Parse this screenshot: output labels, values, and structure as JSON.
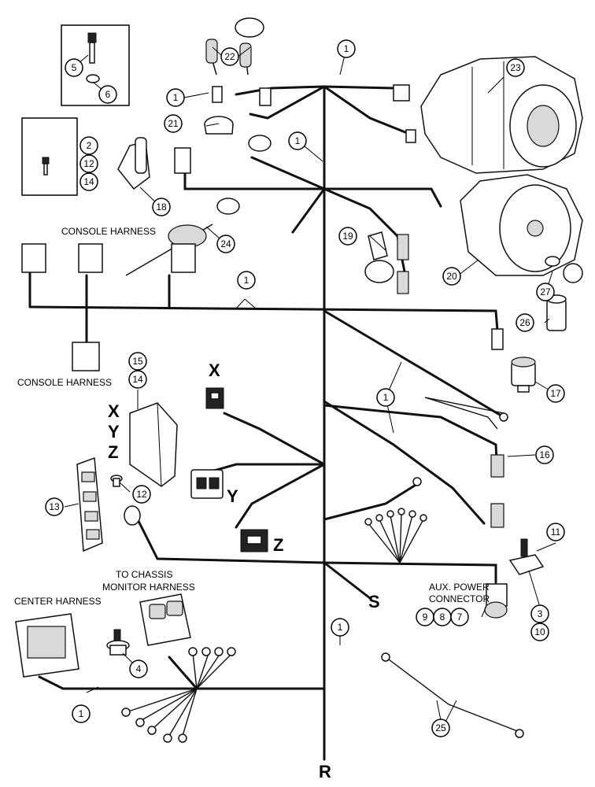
{
  "labels": {
    "console_harness_top": "CONSOLE HARNESS",
    "console_harness_left": "CONSOLE HARNESS",
    "to_chassis_line1": "TO CHASSIS",
    "to_chassis_line2": "MONITOR HARNESS",
    "center_harness": "CENTER HARNESS",
    "aux_power_line1": "AUX. POWER",
    "aux_power_line2": "CONNECTOR"
  },
  "letters": {
    "x_top": "X",
    "x_module": "X",
    "y_module": "Y",
    "z_module": "Z",
    "y_conn": "Y",
    "z_conn": "Z",
    "s": "S",
    "r": "R"
  },
  "callouts": {
    "c1a": "1",
    "c1b": "1",
    "c1c": "1",
    "c1d": "1",
    "c1e": "1",
    "c1f": "1",
    "c1g": "1",
    "c2": "2",
    "c3": "3",
    "c4": "4",
    "c5": "5",
    "c6": "6",
    "c7": "7",
    "c8": "8",
    "c9": "9",
    "c10": "10",
    "c11": "11",
    "c12a": "12",
    "c12b": "12",
    "c13": "13",
    "c14a": "14",
    "c14b": "14",
    "c15": "15",
    "c16": "16",
    "c17": "17",
    "c18": "18",
    "c19": "19",
    "c20": "20",
    "c21": "21",
    "c22": "22",
    "c23": "23",
    "c24": "24",
    "c25": "25",
    "c26": "26",
    "c27": "27"
  }
}
